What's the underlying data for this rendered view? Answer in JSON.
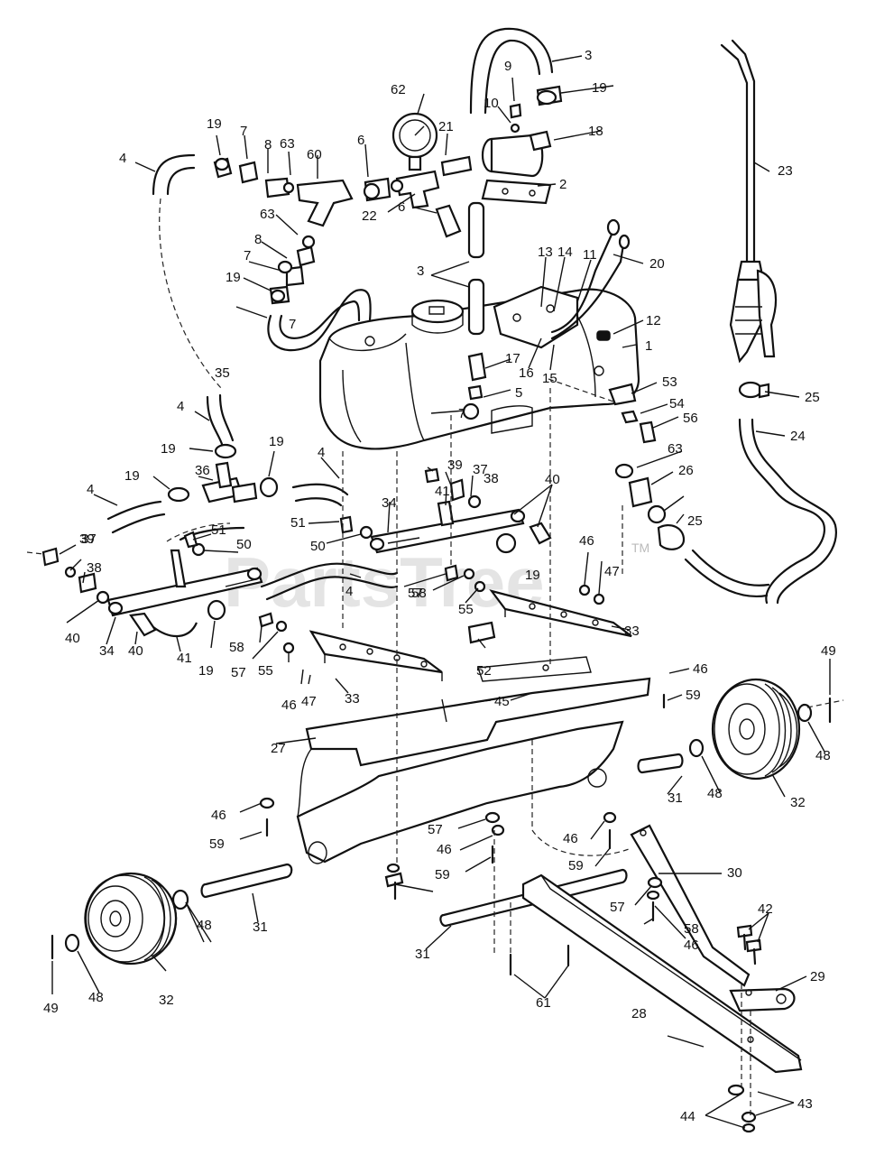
{
  "watermark": {
    "text": "PartsTree",
    "tm": "TM"
  },
  "callouts": [
    {
      "id": "c1",
      "text": "1"
    },
    {
      "id": "c2",
      "text": "2"
    },
    {
      "id": "c3a",
      "text": "3"
    },
    {
      "id": "c3b",
      "text": "3"
    },
    {
      "id": "c4a",
      "text": "4"
    },
    {
      "id": "c4b",
      "text": "4"
    },
    {
      "id": "c4c",
      "text": "4"
    },
    {
      "id": "c4d",
      "text": "4"
    },
    {
      "id": "c4e",
      "text": "4"
    },
    {
      "id": "c5",
      "text": "5"
    },
    {
      "id": "c6a",
      "text": "6"
    },
    {
      "id": "c6b",
      "text": "6"
    },
    {
      "id": "c7a",
      "text": "7"
    },
    {
      "id": "c7b",
      "text": "7"
    },
    {
      "id": "c7c",
      "text": "7"
    },
    {
      "id": "c7d",
      "text": "7"
    },
    {
      "id": "c8a",
      "text": "8"
    },
    {
      "id": "c8b",
      "text": "8"
    },
    {
      "id": "c9",
      "text": "9"
    },
    {
      "id": "c10",
      "text": "10"
    },
    {
      "id": "c11",
      "text": "11"
    },
    {
      "id": "c12",
      "text": "12"
    },
    {
      "id": "c13",
      "text": "13"
    },
    {
      "id": "c14",
      "text": "14"
    },
    {
      "id": "c15",
      "text": "15"
    },
    {
      "id": "c16",
      "text": "16"
    },
    {
      "id": "c17",
      "text": "17"
    },
    {
      "id": "c18",
      "text": "18"
    },
    {
      "id": "c19a",
      "text": "19"
    },
    {
      "id": "c19b",
      "text": "19"
    },
    {
      "id": "c19c",
      "text": "19"
    },
    {
      "id": "c19d",
      "text": "19"
    },
    {
      "id": "c19e",
      "text": "19"
    },
    {
      "id": "c19f",
      "text": "19"
    },
    {
      "id": "c19g",
      "text": "19"
    },
    {
      "id": "c19h",
      "text": "19"
    },
    {
      "id": "c20",
      "text": "20"
    },
    {
      "id": "c21",
      "text": "21"
    },
    {
      "id": "c22",
      "text": "22"
    },
    {
      "id": "c23",
      "text": "23"
    },
    {
      "id": "c24",
      "text": "24"
    },
    {
      "id": "c25a",
      "text": "25"
    },
    {
      "id": "c25b",
      "text": "25"
    },
    {
      "id": "c26",
      "text": "26"
    },
    {
      "id": "c27",
      "text": "27"
    },
    {
      "id": "c28",
      "text": "28"
    },
    {
      "id": "c29",
      "text": "29"
    },
    {
      "id": "c30",
      "text": "30"
    },
    {
      "id": "c31a",
      "text": "31"
    },
    {
      "id": "c31b",
      "text": "31"
    },
    {
      "id": "c31c",
      "text": "31"
    },
    {
      "id": "c32a",
      "text": "32"
    },
    {
      "id": "c32b",
      "text": "32"
    },
    {
      "id": "c33a",
      "text": "33"
    },
    {
      "id": "c33b",
      "text": "33"
    },
    {
      "id": "c34a",
      "text": "34"
    },
    {
      "id": "c34b",
      "text": "34"
    },
    {
      "id": "c35",
      "text": "35"
    },
    {
      "id": "c36",
      "text": "36"
    },
    {
      "id": "c37a",
      "text": "37"
    },
    {
      "id": "c37b",
      "text": "37"
    },
    {
      "id": "c38a",
      "text": "38"
    },
    {
      "id": "c38b",
      "text": "38"
    },
    {
      "id": "c39a",
      "text": "39"
    },
    {
      "id": "c39b",
      "text": "39"
    },
    {
      "id": "c40a",
      "text": "40"
    },
    {
      "id": "c40b",
      "text": "40"
    },
    {
      "id": "c40c",
      "text": "40"
    },
    {
      "id": "c41a",
      "text": "41"
    },
    {
      "id": "c41b",
      "text": "41"
    },
    {
      "id": "c42",
      "text": "42"
    },
    {
      "id": "c43",
      "text": "43"
    },
    {
      "id": "c44",
      "text": "44"
    },
    {
      "id": "c45",
      "text": "45"
    },
    {
      "id": "c46a",
      "text": "46"
    },
    {
      "id": "c46b",
      "text": "46"
    },
    {
      "id": "c46c",
      "text": "46"
    },
    {
      "id": "c46d",
      "text": "46"
    },
    {
      "id": "c46e",
      "text": "46"
    },
    {
      "id": "c46f",
      "text": "46"
    },
    {
      "id": "c46g",
      "text": "46"
    },
    {
      "id": "c47a",
      "text": "47"
    },
    {
      "id": "c47b",
      "text": "47"
    },
    {
      "id": "c48a",
      "text": "48"
    },
    {
      "id": "c48b",
      "text": "48"
    },
    {
      "id": "c48c",
      "text": "48"
    },
    {
      "id": "c48d",
      "text": "48"
    },
    {
      "id": "c49a",
      "text": "49"
    },
    {
      "id": "c49b",
      "text": "49"
    },
    {
      "id": "c50a",
      "text": "50"
    },
    {
      "id": "c50b",
      "text": "50"
    },
    {
      "id": "c51a",
      "text": "51"
    },
    {
      "id": "c51b",
      "text": "51"
    },
    {
      "id": "c52",
      "text": "52"
    },
    {
      "id": "c53",
      "text": "53"
    },
    {
      "id": "c54",
      "text": "54"
    },
    {
      "id": "c55a",
      "text": "55"
    },
    {
      "id": "c55b",
      "text": "55"
    },
    {
      "id": "c56",
      "text": "56"
    },
    {
      "id": "c57a",
      "text": "57"
    },
    {
      "id": "c57b",
      "text": "57"
    },
    {
      "id": "c57c",
      "text": "57"
    },
    {
      "id": "c57d",
      "text": "57"
    },
    {
      "id": "c58a",
      "text": "58"
    },
    {
      "id": "c58b",
      "text": "58"
    },
    {
      "id": "c58c",
      "text": "58"
    },
    {
      "id": "c59a",
      "text": "59"
    },
    {
      "id": "c59b",
      "text": "59"
    },
    {
      "id": "c59c",
      "text": "59"
    },
    {
      "id": "c59d",
      "text": "59"
    },
    {
      "id": "c60",
      "text": "60"
    },
    {
      "id": "c61",
      "text": "61"
    },
    {
      "id": "c62",
      "text": "62"
    },
    {
      "id": "c63a",
      "text": "63"
    },
    {
      "id": "c63b",
      "text": "63"
    },
    {
      "id": "c63c",
      "text": "63"
    }
  ]
}
